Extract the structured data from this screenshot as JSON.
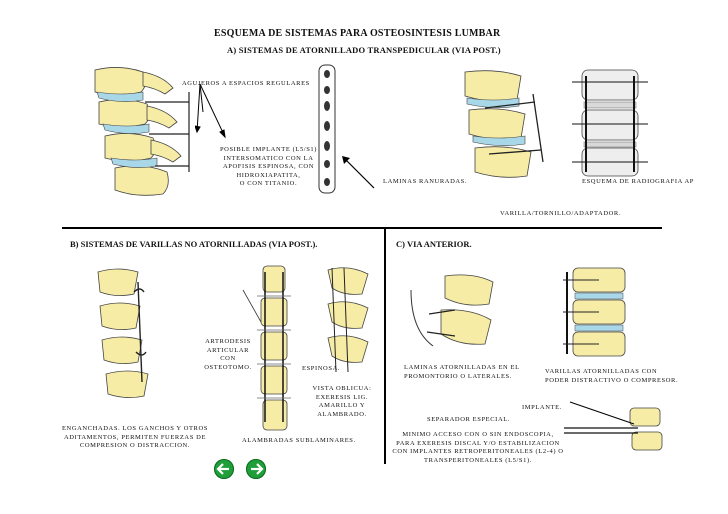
{
  "header": {
    "title": "ESQUEMA DE SISTEMAS PARA OSTEOSINTESIS LUMBAR",
    "subtitle": "A) SISTEMAS DE ATORNILLADO TRANSPEDICULAR (VIA POST.)"
  },
  "section_a": {
    "label_holes": "AGUJEROS A ESPACIOS REGULARES",
    "label_implant": [
      "POSIBLE IMPLANTE (L5/S1)",
      "INTERSOMATICO  CON LA",
      "APOFISIS ESPINOSA, CON",
      "HIDROXIAPATITA,",
      "O CON TITANIO."
    ],
    "label_slotted": "LAMINAS RANURADAS.",
    "label_xray": "ESQUEMA DE RADIOGRAFIA AP",
    "label_rod": "VARILLA/TORNILLO/ADAPTADOR."
  },
  "section_b": {
    "heading": "B)  SISTEMAS DE VARILLAS NO ATORNILLADAS (VIA POST.).",
    "label_arthrodesis": [
      "ARTRODESIS",
      "ARTICULAR CON",
      "OSTEOTOMO."
    ],
    "label_spinous": "ESPINOSA.",
    "label_oblique": [
      "VISTA OBLICUA:",
      "EXERESIS LIG.",
      "AMARILLO Y",
      "ALAMBRADO."
    ],
    "label_hooks": [
      "ENGANCHADAS.  LOS GANCHOS Y OTROS",
      "ADITAMENTOS, PERMITEN FUERZAS DE",
      "COMPRESION O DISTRACCION."
    ],
    "label_wires": "ALAMBRADAS  SUBLAMINARES."
  },
  "section_c": {
    "heading": "C) VIA ANTERIOR.",
    "label_plates": [
      "LAMINAS ATORNILLADAS EN EL",
      "PROMONTORIO O LATERALES."
    ],
    "label_rods": [
      "VARILLAS ATORNILLADAS CON",
      "PODER DISTRACTIVO  O COMPRESOR."
    ],
    "label_implant": "IMPLANTE.",
    "label_separator": "SEPARADOR ESPECIAL.",
    "label_access": [
      "MINIMO ACCESO CON O SIN ENDOSCOPIA,",
      "PARA EXERESIS DISCAL Y/O  ESTABILIZACION",
      "CON IMPLANTES RETROPERITONEALES (L2-4) O",
      "TRANSPERITONEALES (L5/S1)."
    ]
  },
  "nav": {
    "prev": "←",
    "next": "→"
  },
  "colors": {
    "bone": "#f6eca6",
    "disc": "#a8d8e8",
    "nav": "#1f9e3a",
    "ink": "#333333"
  }
}
